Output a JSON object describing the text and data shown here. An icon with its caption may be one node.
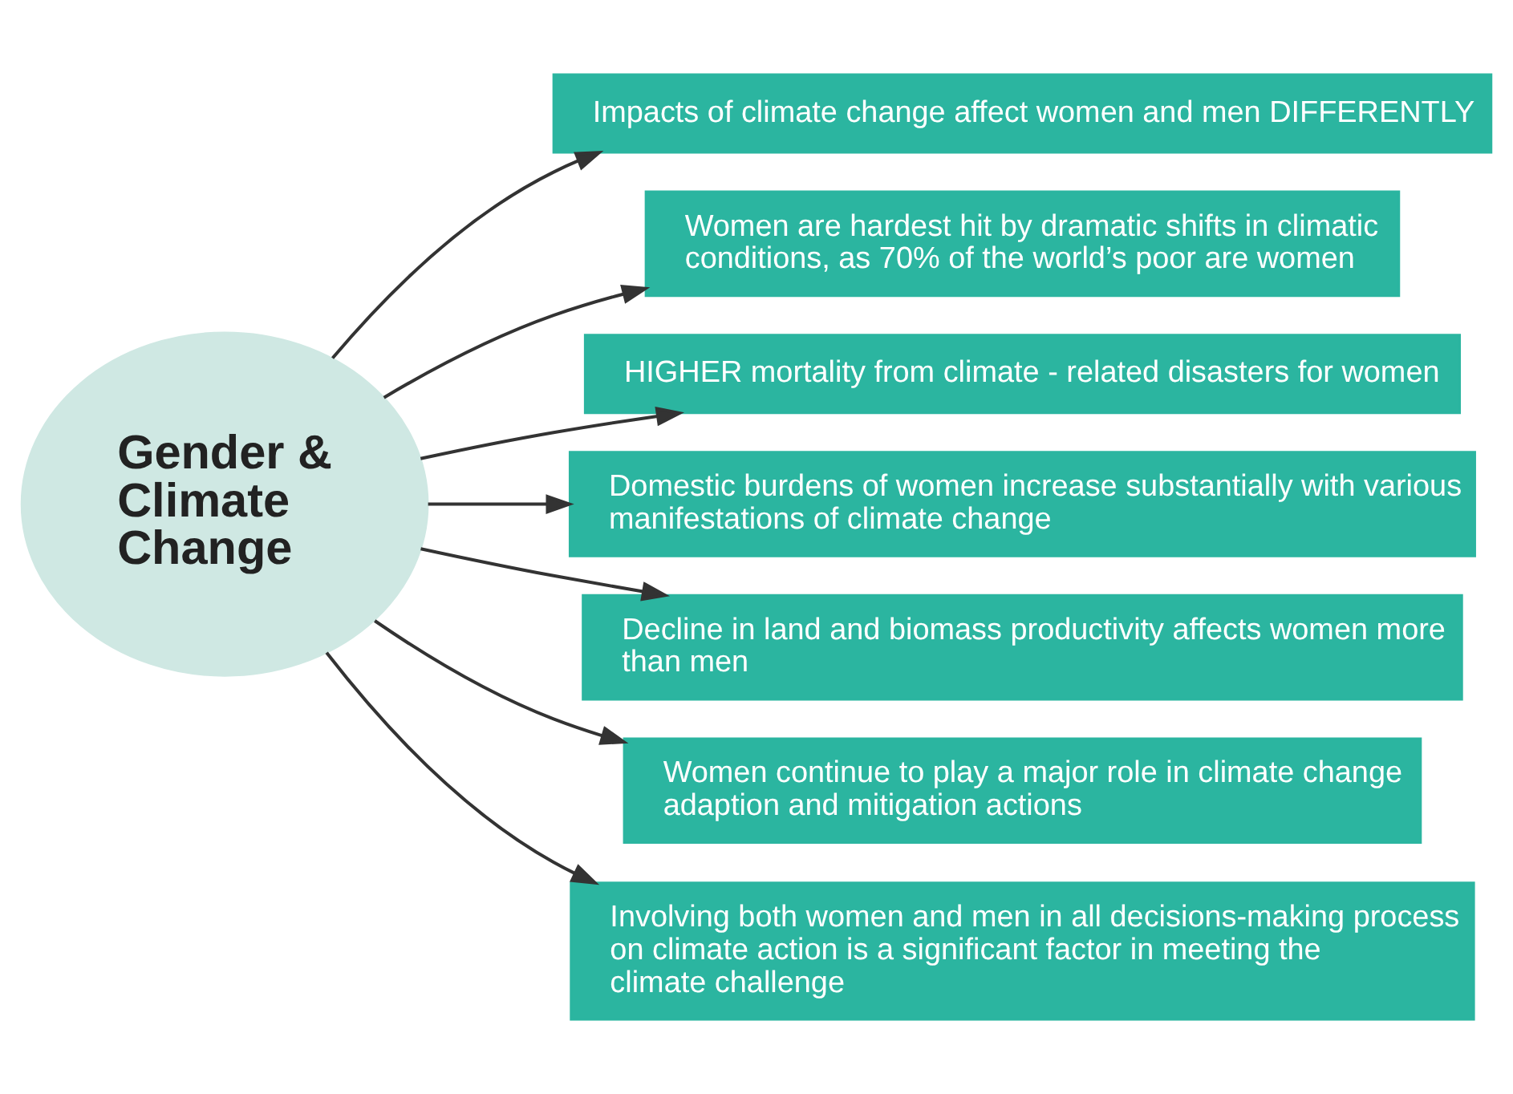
{
  "diagram": {
    "nodes": [
      {
        "text": [
          "Gender & Climate Change"
        ]
      },
      {
        "text": [
          "Impacts of climate change affect women and men DIFFERENTLY"
        ]
      },
      {
        "text": [
          "Women are hardest hit by dramatic shifts in climatic conditions, as 70% of the world’s poor are women"
        ]
      },
      {
        "text": [
          "HIGHER mortality from climate - related disasters for women"
        ]
      },
      {
        "text": [
          "Domestic burdens of women increase substantially with various manifestations of climate change"
        ]
      },
      {
        "text": [
          "Decline in land and biomass productivity affects women more than men"
        ]
      },
      {
        "text": [
          "Women continue to play a major role in climate change adaption and mitigation actions"
        ]
      },
      {
        "text": [
          "Involving both women and men in all decisions-making process on climate action is a significant factor in meeting the climate challenge"
        ]
      }
    ],
    "edges": [
      {
        "from": 0,
        "to": 1,
        "arrow": "to"
      },
      {
        "from": 0,
        "to": 2,
        "arrow": "to"
      },
      {
        "from": 0,
        "to": 3,
        "arrow": "to"
      },
      {
        "from": 0,
        "to": 4,
        "arrow": "to"
      },
      {
        "from": 0,
        "to": 5,
        "arrow": "to"
      },
      {
        "from": 0,
        "to": 6,
        "arrow": "to"
      },
      {
        "from": 0,
        "to": 7,
        "arrow": "to"
      }
    ]
  }
}
